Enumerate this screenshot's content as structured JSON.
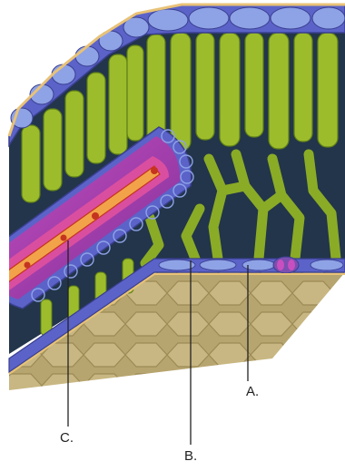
{
  "diagram": {
    "labels": {
      "a": "A.",
      "b": "B.",
      "c": "C."
    },
    "colors": {
      "cuticle": "#e8c277",
      "epidermis": "#5b63c9",
      "epidermis_light": "#8ea2e6",
      "palisade": "#9cbc2c",
      "palisade_dark": "#5f7f16",
      "mesophyll_bg": "#22354a",
      "spongy": "#8aab26",
      "bundle_sheath": "#b23fb0",
      "xylem": "#e0509f",
      "phloem_core": "#f2a34a",
      "lower_surface": "#b6a06a",
      "background": "#ffffff"
    }
  }
}
